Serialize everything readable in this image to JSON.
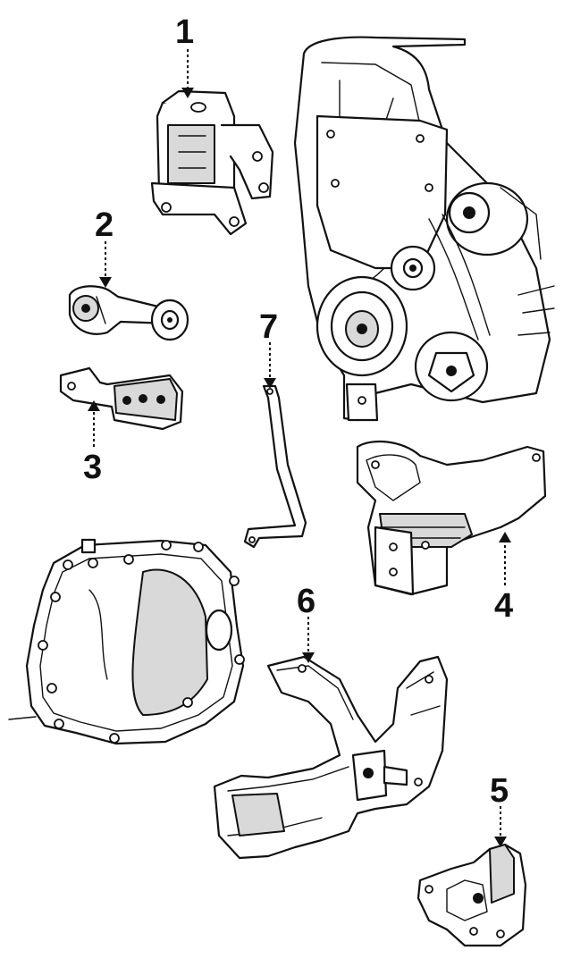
{
  "callouts": [
    {
      "id": "1",
      "label": "1"
    },
    {
      "id": "2",
      "label": "2"
    },
    {
      "id": "3",
      "label": "3"
    },
    {
      "id": "4",
      "label": "4"
    },
    {
      "id": "5",
      "label": "5"
    },
    {
      "id": "6",
      "label": "6"
    },
    {
      "id": "7",
      "label": "7"
    }
  ],
  "colors": {
    "ink": "#111111",
    "background": "#ffffff"
  }
}
